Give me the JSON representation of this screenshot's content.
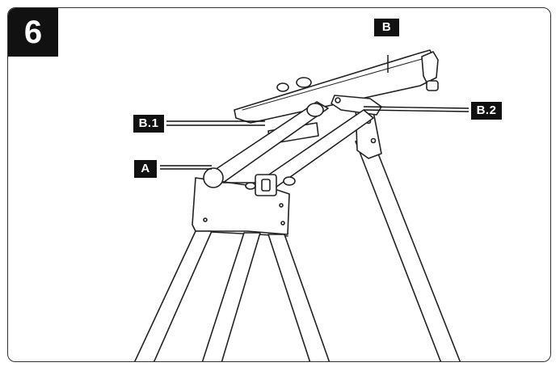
{
  "figure": {
    "step_number": "6",
    "labels": {
      "b": "B",
      "b1": "B.1",
      "b2": "B.2",
      "a": "A"
    }
  }
}
